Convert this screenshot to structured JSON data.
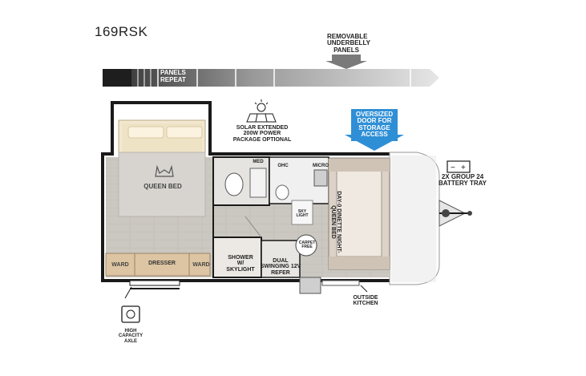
{
  "model": "169RSK",
  "labels": {
    "removable_underbelly": "REMOVABLE UNDERBELLY PANELS",
    "panels_repeat": "PANELS REPEAT",
    "solar": "SOLAR EXTENDED 200W POWER PACKAGE OPTIONAL",
    "oversized_door": "OVERSIZED DOOR FOR STORAGE ACCESS",
    "battery_tray": "2X GROUP 24 BATTERY TRAY",
    "queen_bed": "QUEEN BED",
    "med": "MED",
    "ohc": "OHC",
    "micro": "MICRO",
    "skylight": "SKY LIGHT",
    "dinette": "DAY-0 DINETTE NIGHT-QUEEN BED",
    "carpet_free": "CARPET FREE",
    "ward_left": "WARD",
    "dresser": "DRESSER",
    "ward_right": "WARD",
    "shower": "SHOWER W/ SKYLIGHT",
    "refer": "DUAL SWINGING 12V REFER",
    "outside_kitchen": "OUTSIDE KITCHEN",
    "axle": "HIGH CAPACITY AXLE"
  },
  "colors": {
    "wall": "#1a1a1a",
    "floor": "#c9c5bf",
    "bed": "#efe3c8",
    "cabinet": "#e2c9a9",
    "door_blue": "#2f8fd6",
    "ribbon_dark": "#3a3a3a",
    "ribbon_light": "#cfcfcf"
  },
  "icons": [
    "solar-panel-icon",
    "battery-icon",
    "scale-icon",
    "crown-icon",
    "down-arrow-icon"
  ]
}
